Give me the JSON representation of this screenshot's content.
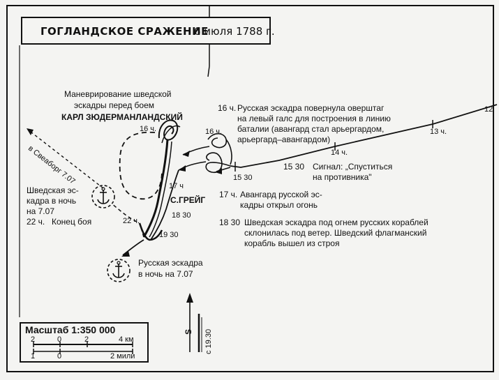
{
  "title": {
    "main": "ГОГЛАНДСКОЕ СРАЖЕНИЕ",
    "date": "6 июля 1788 г."
  },
  "swedish_maneuver": {
    "line1": "Маневрирование шведской",
    "line2": "эскадры перед боем",
    "ship": "КАРЛ ЗЮДЕРМАНЛАНДСКИЙ"
  },
  "greig": "С.ГРЕЙГ",
  "to_sveaborg": "в Свеаборг 7.07",
  "swedish_night": {
    "l1": "Шведская эс-",
    "l2": "кадра в ночь",
    "l3": "на 7.07",
    "end_time": "22 ч.",
    "end_text": "Конец боя"
  },
  "russian_night": {
    "l1": "Русская эскадра",
    "l2": "в ночь на 7.07"
  },
  "time_marks": {
    "t16_sw": "16 ч.",
    "t17": "17 ч",
    "t18_30": "18 30",
    "t19_30": "19 30",
    "t22": "22 ч.",
    "t16_ru": "16 ч.",
    "t15_30": "15 30",
    "t14": "14 ч.",
    "t13": "13 ч.",
    "t12": "12"
  },
  "events": [
    {
      "time": "16 ч.",
      "lines": [
        "Русская эскадра повернула оверштаг",
        "на левый галс для построения в линию",
        "баталии (авангард стал арьергардом,",
        "арьергард–авангардом)"
      ]
    },
    {
      "time": "15 30",
      "lines": [
        "Сигнал: „Спуститься",
        "на противника\""
      ]
    },
    {
      "time": "17 ч.",
      "lines": [
        "Авангард русской эс-",
        "кадры открыл огонь"
      ]
    },
    {
      "time": "18 30",
      "lines": [
        "Шведская эскадра под огнем русских кораблей",
        "склонилась под ветер. Шведский флагманский",
        "корабль вышел из строя"
      ]
    }
  ],
  "scale": {
    "label": "Масштаб 1:350 000",
    "km_ticks": [
      "2",
      "0",
      "2",
      "4 км"
    ],
    "mile_ticks": [
      "1",
      "0",
      "2 мили"
    ]
  },
  "compass": {
    "letter": "S",
    "declination": "с 19.30"
  },
  "colors": {
    "ink": "#111111",
    "paper": "#f4f4f2"
  }
}
